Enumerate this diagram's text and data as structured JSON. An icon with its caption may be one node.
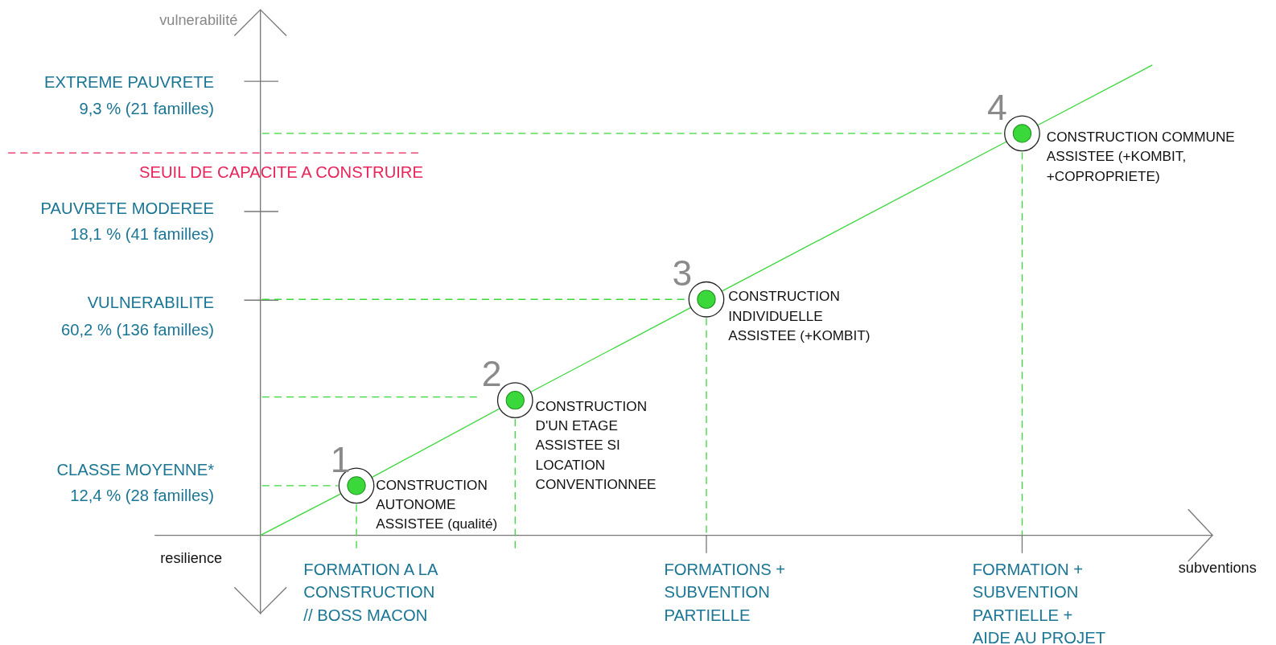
{
  "diagram": {
    "nodes": [
      {
        "text": [
          "1",
          "CONSTRUCTION AUTONOME ASSISTEE (qualité)"
        ]
      },
      {
        "text": [
          "2",
          "CONSTRUCTION D'UN ETAGE ASSISTEE SI LOCATION CONVENTIONNEE"
        ]
      },
      {
        "text": [
          "3",
          "CONSTRUCTION INDIVIDUELLE ASSISTEE (+KOMBIT)"
        ]
      },
      {
        "text": [
          "4",
          "CONSTRUCTION COMMUNE ASSISTEE (+KOMBIT, +COPROPRIETE)"
        ]
      }
    ],
    "edges": [
      {
        "from": null,
        "to": 0,
        "arrow": "none"
      },
      {
        "from": 0,
        "to": 1,
        "arrow": "none"
      },
      {
        "from": 1,
        "to": 2,
        "arrow": "none"
      },
      {
        "from": 2,
        "to": 3,
        "arrow": "none"
      },
      {
        "from": 3,
        "to": null,
        "arrow": "none"
      }
    ],
    "labels": [
      "vulnerabilité",
      "EXTREME PAUVRETE",
      "9,3 % (21 familles)",
      "SEUIL DE CAPACITE A CONSTRUIRE",
      "PAUVRETE MODEREE",
      "18,1 % (41 familles)",
      "VULNERABILITE",
      "60,2 % (136 familles)",
      "CLASSE MOYENNE*",
      "12,4 % (28 familles)",
      "resilience",
      "subventions",
      "FORMATION A LA CONSTRUCTION // BOSS MACON",
      "FORMATIONS + SUBVENTION PARTIELLE",
      "FORMATION + SUBVENTION PARTIELLE + AIDE AU PROJET"
    ]
  }
}
